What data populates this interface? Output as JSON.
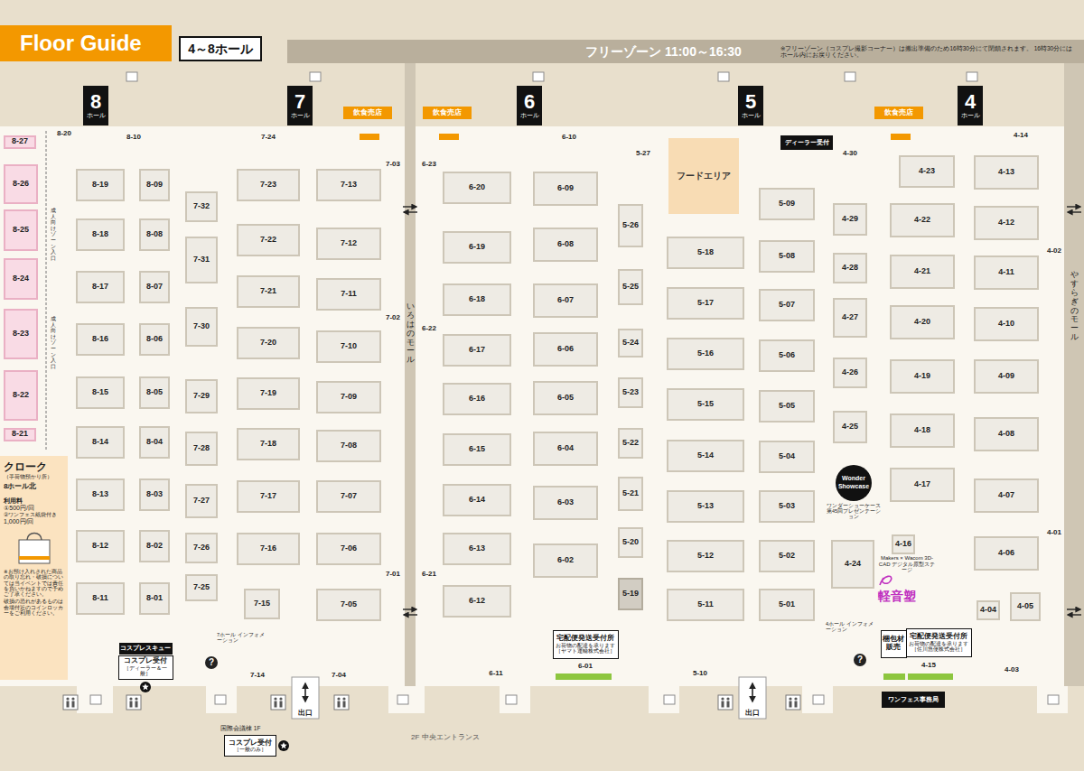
{
  "diagram": {
    "title": "Floor Guide",
    "nodes": [
      {
        "text": [
          "4～8ホール"
        ]
      },
      {
        "text": [
          "フリーゾーン 11:00～16:30",
          "※フリーゾーン（コスプレ撮影コーナー）は搬出準備のため16時30分にて閉鎖されます。 16時30分にはホール内にお戻りください。"
        ]
      },
      {
        "text": [
          "8",
          "ホール"
        ]
      },
      {
        "text": [
          "7",
          "ホール"
        ]
      },
      {
        "text": [
          "6",
          "ホール"
        ]
      },
      {
        "text": [
          "5",
          "ホール"
        ]
      },
      {
        "text": [
          "4",
          "ホール"
        ]
      },
      {
        "text": [
          "飲食売店"
        ]
      },
      {
        "text": [
          "飲食売店"
        ]
      },
      {
        "text": [
          "飲食売店"
        ]
      },
      {
        "text": [
          "フードエリア"
        ]
      },
      {
        "text": [
          "ディーラー受付"
        ]
      },
      {
        "text": [
          "Wonder Showcase",
          "ワンダーショーケース 第45回プレゼンテーション"
        ]
      },
      {
        "text": [
          "Makers × Wacom 3D-CAD デジタル原型ステージ"
        ]
      },
      {
        "text": [
          "宅配便発送受付所",
          "お荷物の配達を承ります",
          "［ヤマト運輸株式会社］"
        ]
      },
      {
        "text": [
          "宅配便発送受付所",
          "お荷物の配達を承ります",
          "［佐川急便株式会社］"
        ]
      },
      {
        "text": [
          "梱包材販売"
        ]
      },
      {
        "text": [
          "ワンフェス事務局"
        ]
      },
      {
        "text": [
          "コスプレスキュー"
        ]
      },
      {
        "text": [
          "コスプレ受付",
          "［ディーラー＆一般］"
        ]
      },
      {
        "text": [
          "コスプレ受付",
          "［一般のみ］"
        ]
      },
      {
        "text": [
          "出口"
        ]
      },
      {
        "text": [
          "出口"
        ]
      },
      {
        "text": [
          "クローク",
          "（手荷物預かり所）",
          "8ホール北",
          "利用料",
          "①500円/回",
          "②ワンフェス紙袋付き",
          "1,000円/回",
          "※お預け入れされた商品の取り忘れ・破損については当イベントでは責任を負いかねますので予めご了承ください。",
          "破損の恐れがあるものは会場付近のコインロッカーをご利用ください。"
        ]
      },
      {
        "text": [
          "8-27"
        ]
      },
      {
        "text": [
          "8-26"
        ]
      },
      {
        "text": [
          "8-25"
        ]
      },
      {
        "text": [
          "8-24"
        ]
      },
      {
        "text": [
          "8-23"
        ]
      },
      {
        "text": [
          "8-22"
        ]
      },
      {
        "text": [
          "8-21"
        ]
      },
      {
        "text": [
          "8-20"
        ]
      },
      {
        "text": [
          "8-10"
        ]
      },
      {
        "text": [
          "8-19"
        ]
      },
      {
        "text": [
          "8-18"
        ]
      },
      {
        "text": [
          "8-17"
        ]
      },
      {
        "text": [
          "8-16"
        ]
      },
      {
        "text": [
          "8-15"
        ]
      },
      {
        "text": [
          "8-14"
        ]
      },
      {
        "text": [
          "8-13"
        ]
      },
      {
        "text": [
          "8-12"
        ]
      },
      {
        "text": [
          "8-11"
        ]
      },
      {
        "text": [
          "8-09"
        ]
      },
      {
        "text": [
          "8-08"
        ]
      },
      {
        "text": [
          "8-07"
        ]
      },
      {
        "text": [
          "8-06"
        ]
      },
      {
        "text": [
          "8-05"
        ]
      },
      {
        "text": [
          "8-04"
        ]
      },
      {
        "text": [
          "8-03"
        ]
      },
      {
        "text": [
          "8-02"
        ]
      },
      {
        "text": [
          "8-01"
        ]
      },
      {
        "text": [
          "7-32"
        ]
      },
      {
        "text": [
          "7-31"
        ]
      },
      {
        "text": [
          "7-30"
        ]
      },
      {
        "text": [
          "7-29"
        ]
      },
      {
        "text": [
          "7-28"
        ]
      },
      {
        "text": [
          "7-27"
        ]
      },
      {
        "text": [
          "7-26"
        ]
      },
      {
        "text": [
          "7-25"
        ]
      },
      {
        "text": [
          "7-23"
        ]
      },
      {
        "text": [
          "7-22"
        ]
      },
      {
        "text": [
          "7-21"
        ]
      },
      {
        "text": [
          "7-20"
        ]
      },
      {
        "text": [
          "7-19"
        ]
      },
      {
        "text": [
          "7-18"
        ]
      },
      {
        "text": [
          "7-17"
        ]
      },
      {
        "text": [
          "7-16"
        ]
      },
      {
        "text": [
          "7-15"
        ]
      },
      {
        "text": [
          "7-13"
        ]
      },
      {
        "text": [
          "7-12"
        ]
      },
      {
        "text": [
          "7-11"
        ]
      },
      {
        "text": [
          "7-10"
        ]
      },
      {
        "text": [
          "7-09"
        ]
      },
      {
        "text": [
          "7-08"
        ]
      },
      {
        "text": [
          "7-07"
        ]
      },
      {
        "text": [
          "7-06"
        ]
      },
      {
        "text": [
          "7-05"
        ]
      },
      {
        "text": [
          "7-24"
        ]
      },
      {
        "text": [
          "7-03"
        ]
      },
      {
        "text": [
          "7-02"
        ]
      },
      {
        "text": [
          "7-01"
        ]
      },
      {
        "text": [
          "7-14"
        ]
      },
      {
        "text": [
          "7-04"
        ]
      },
      {
        "text": [
          "6-20"
        ]
      },
      {
        "text": [
          "6-19"
        ]
      },
      {
        "text": [
          "6-18"
        ]
      },
      {
        "text": [
          "6-17"
        ]
      },
      {
        "text": [
          "6-16"
        ]
      },
      {
        "text": [
          "6-15"
        ]
      },
      {
        "text": [
          "6-14"
        ]
      },
      {
        "text": [
          "6-13"
        ]
      },
      {
        "text": [
          "6-12"
        ]
      },
      {
        "text": [
          "6-09"
        ]
      },
      {
        "text": [
          "6-08"
        ]
      },
      {
        "text": [
          "6-07"
        ]
      },
      {
        "text": [
          "6-06"
        ]
      },
      {
        "text": [
          "6-05"
        ]
      },
      {
        "text": [
          "6-04"
        ]
      },
      {
        "text": [
          "6-03"
        ]
      },
      {
        "text": [
          "6-02"
        ]
      },
      {
        "text": [
          "6-10"
        ]
      },
      {
        "text": [
          "6-23"
        ]
      },
      {
        "text": [
          "6-22"
        ]
      },
      {
        "text": [
          "6-21"
        ]
      },
      {
        "text": [
          "6-11"
        ]
      },
      {
        "text": [
          "6-01"
        ]
      },
      {
        "text": [
          "5-26"
        ]
      },
      {
        "text": [
          "5-25"
        ]
      },
      {
        "text": [
          "5-24"
        ]
      },
      {
        "text": [
          "5-23"
        ]
      },
      {
        "text": [
          "5-22"
        ]
      },
      {
        "text": [
          "5-21"
        ]
      },
      {
        "text": [
          "5-20"
        ]
      },
      {
        "text": [
          "5-19"
        ]
      },
      {
        "text": [
          "5-27"
        ]
      },
      {
        "text": [
          "5-18"
        ]
      },
      {
        "text": [
          "5-17"
        ]
      },
      {
        "text": [
          "5-16"
        ]
      },
      {
        "text": [
          "5-15"
        ]
      },
      {
        "text": [
          "5-14"
        ]
      },
      {
        "text": [
          "5-13"
        ]
      },
      {
        "text": [
          "5-12"
        ]
      },
      {
        "text": [
          "5-11"
        ]
      },
      {
        "text": [
          "5-09"
        ]
      },
      {
        "text": [
          "5-08"
        ]
      },
      {
        "text": [
          "5-07"
        ]
      },
      {
        "text": [
          "5-06"
        ]
      },
      {
        "text": [
          "5-05"
        ]
      },
      {
        "text": [
          "5-04"
        ]
      },
      {
        "text": [
          "5-03"
        ]
      },
      {
        "text": [
          "5-02"
        ]
      },
      {
        "text": [
          "5-01"
        ]
      },
      {
        "text": [
          "5-10"
        ]
      },
      {
        "text": [
          "4-30"
        ]
      },
      {
        "text": [
          "4-29"
        ]
      },
      {
        "text": [
          "4-28"
        ]
      },
      {
        "text": [
          "4-27"
        ]
      },
      {
        "text": [
          "4-26"
        ]
      },
      {
        "text": [
          "4-25"
        ]
      },
      {
        "text": [
          "4-24"
        ]
      },
      {
        "text": [
          "4-23"
        ]
      },
      {
        "text": [
          "4-22"
        ]
      },
      {
        "text": [
          "4-21"
        ]
      },
      {
        "text": [
          "4-20"
        ]
      },
      {
        "text": [
          "4-19"
        ]
      },
      {
        "text": [
          "4-18"
        ]
      },
      {
        "text": [
          "4-17"
        ]
      },
      {
        "text": [
          "4-16"
        ]
      },
      {
        "text": [
          "4-13"
        ]
      },
      {
        "text": [
          "4-12"
        ]
      },
      {
        "text": [
          "4-11"
        ]
      },
      {
        "text": [
          "4-10"
        ]
      },
      {
        "text": [
          "4-09"
        ]
      },
      {
        "text": [
          "4-08"
        ]
      },
      {
        "text": [
          "4-07"
        ]
      },
      {
        "text": [
          "4-06"
        ]
      },
      {
        "text": [
          "4-14"
        ]
      },
      {
        "text": [
          "4-02"
        ]
      },
      {
        "text": [
          "4-01"
        ]
      },
      {
        "text": [
          "4-04"
        ]
      },
      {
        "text": [
          "4-05"
        ]
      },
      {
        "text": [
          "4-03"
        ]
      },
      {
        "text": [
          "4-15"
        ]
      }
    ],
    "labels": [
      "いろはのモール",
      "やすらぎのモール",
      "成人向けゾーン入口",
      "成人向けゾーン入口",
      "7ホール インフォメーション",
      "?",
      "4ホール インフォメーション",
      "?",
      "国際会議棟 1F",
      "2F 中央エントランス",
      "軽音塑"
    ]
  }
}
